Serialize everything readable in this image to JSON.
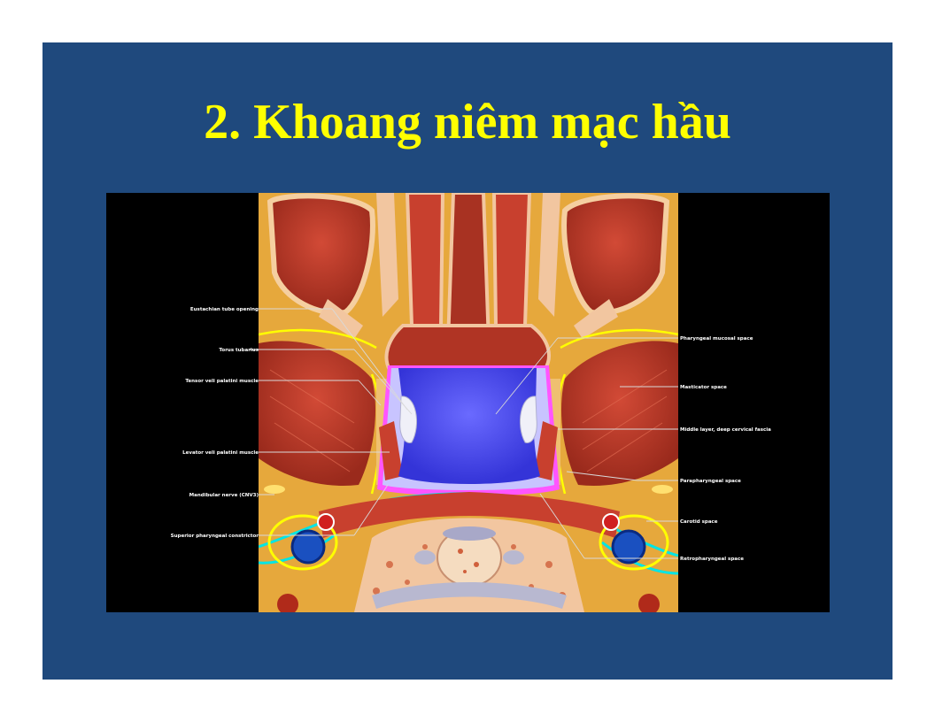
{
  "slide": {
    "title": "2. Khoang niêm mạc hầu"
  },
  "figure": {
    "labels_left": [
      "Eustachian tube opening",
      "Torus tubarius",
      "Tensor veli palatini muscle",
      "Levator veli palatini muscle",
      "Mandibular nerve (CNV3)",
      "Superior pharyngeal constrictor"
    ],
    "labels_right": [
      "Pharyngeal mucosal space",
      "Masticator space",
      "Middle layer, deep cervical fascia",
      "Parapharyngeal space",
      "Carotid space",
      "Retropharyngeal space"
    ],
    "colors": {
      "background": "#1f497d",
      "title": "#ffff00",
      "mucosal_space": "#4a4af0",
      "fascia": "#ff55ff",
      "retropharyngeal": "#00e5e5",
      "muscle": "#c8402e",
      "fat": "#e8b040"
    }
  }
}
